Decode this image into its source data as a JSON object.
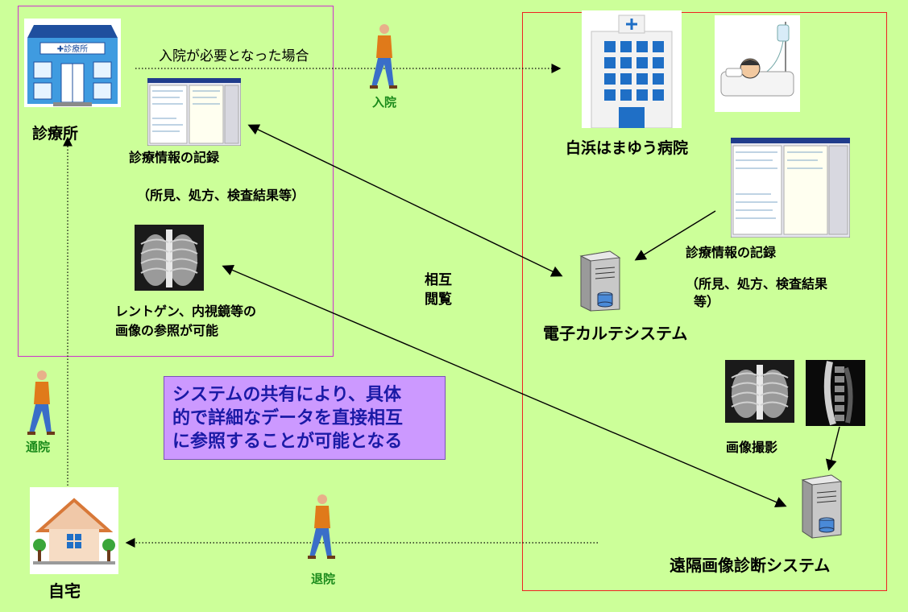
{
  "labels": {
    "clinic": "診療所",
    "admission_condition": "入院が必要となった場合",
    "admission": "入院",
    "hospital": "白浜はまゆう病院",
    "clinic_record": "診療情報の記録",
    "clinic_record_detail": "（所見、処方、検査結果等）",
    "hospital_record": "診療情報の記録",
    "hospital_record_detail_1": "（所見、処方、検査結果",
    "hospital_record_detail_2": "等）",
    "mutual_1": "相互",
    "mutual_2": "閲覧",
    "xray_ref_1": "レントゲン、内視鏡等の",
    "xray_ref_2": "画像の参照が可能",
    "ehr_system": "電子カルテシステム",
    "imaging": "画像撮影",
    "remote_imaging_system": "遠隔画像診断システム",
    "home": "自宅",
    "discharge": "退院",
    "outpatient": "通院",
    "clinic_sign": "✚診療所"
  },
  "callout": {
    "line1": "システムの共有により、具体",
    "line2": "的で詳細なデータを直接相互",
    "line3": "に参照することが可能となる"
  },
  "colors": {
    "background": "#ccff99",
    "clinic_border": "#cc33cc",
    "hospital_border": "#ee2222",
    "callout_bg": "#cc99ff",
    "callout_text": "#1a1aa6",
    "walk_label": "#1a8a1a"
  }
}
